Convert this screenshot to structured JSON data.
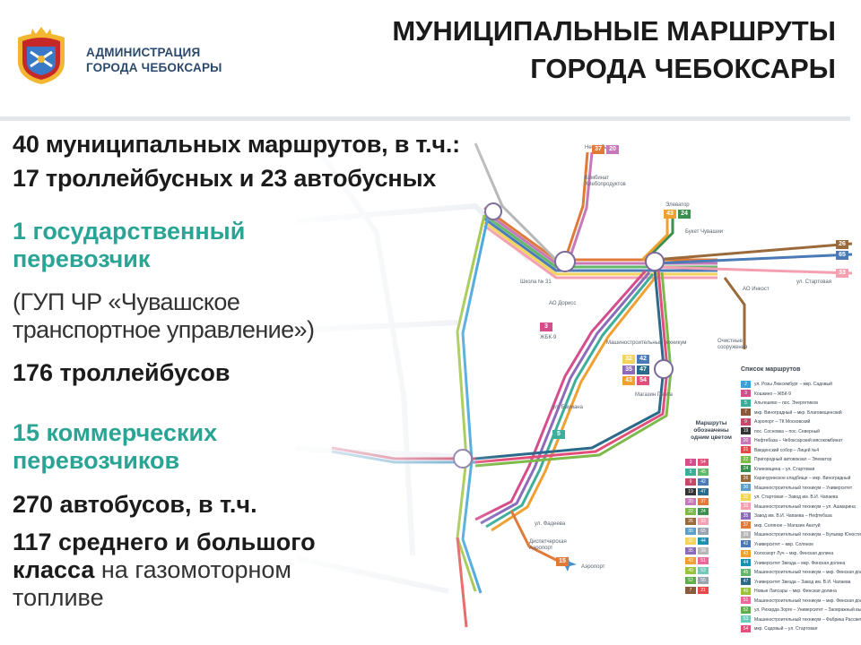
{
  "header": {
    "admin_line1": "АДМИНИСТРАЦИЯ",
    "admin_line2": "ГОРОДА ЧЕБОКСАРЫ",
    "title_line1": "МУНИЦИПАЛЬНЫЕ МАРШРУТЫ",
    "title_line2": "ГОРОДА ЧЕБОКСАРЫ"
  },
  "summary": {
    "line1": "40 муниципальных маршрутов, в т.ч.:",
    "line2": "17 троллейбусных и 23 автобусных"
  },
  "state_carrier": {
    "heading": "1 государственный\nперевозчик",
    "name": "(ГУП ЧР «Чувашское\nтранспортное управление»)",
    "fleet": "176 троллейбусов"
  },
  "commercial": {
    "heading": "15 коммерческих\nперевозчиков",
    "fleet": "270 автобусов, в т.ч.",
    "detail_bold": "117 среднего и большого\nкласса",
    "detail_rest": " на газомоторном\nтопливе"
  },
  "map": {
    "stops": [
      {
        "id": "s1",
        "text": "Нефтебаза"
      },
      {
        "id": "s2",
        "text": "Комбинат Хлебопродуктов"
      },
      {
        "id": "s3",
        "text": "Элеватор"
      },
      {
        "id": "s4",
        "text": "Букет Чувашии"
      },
      {
        "id": "s5",
        "text": "АО Инкост"
      },
      {
        "id": "s6",
        "text": "ул. Стартовая"
      },
      {
        "id": "s7",
        "text": "Школа № 31"
      },
      {
        "id": "s8",
        "text": "АО Дорисс"
      },
      {
        "id": "s9",
        "text": "ЖБК-9"
      },
      {
        "id": "s10",
        "text": "Машиностроительный техникум"
      },
      {
        "id": "s11",
        "text": "Магазин Пента"
      },
      {
        "id": "s12",
        "text": "Очистные сооружения"
      },
      {
        "id": "s13",
        "text": "ул. Фадеева"
      },
      {
        "id": "s14",
        "text": "Аэропорт"
      },
      {
        "id": "s15",
        "text": "ул. Баумана"
      },
      {
        "id": "s16",
        "text": "Диспетчерская Аэропорт"
      }
    ],
    "badges": [
      {
        "id": "b1",
        "text": "37",
        "color": "#e07a3a"
      },
      {
        "id": "b2",
        "text": "20",
        "color": "#c678b8"
      },
      {
        "id": "b3",
        "text": "43",
        "color": "#f0a030"
      },
      {
        "id": "b4",
        "text": "24",
        "color": "#3c8f4f"
      },
      {
        "id": "b5",
        "text": "26",
        "color": "#9a6a3a"
      },
      {
        "id": "b6",
        "text": "65",
        "color": "#4a7bb7"
      },
      {
        "id": "b7",
        "text": "33",
        "color": "#f4a0b0"
      },
      {
        "id": "b8",
        "text": "3",
        "color": "#d64d8c"
      },
      {
        "id": "b9",
        "text": "32",
        "color": "#f3d35a"
      },
      {
        "id": "b10",
        "text": "42",
        "color": "#4a7bb7"
      },
      {
        "id": "b11",
        "text": "35",
        "color": "#8c6bb8"
      },
      {
        "id": "b12",
        "text": "47",
        "color": "#2a6a8a"
      },
      {
        "id": "b13",
        "text": "43",
        "color": "#f0a030"
      },
      {
        "id": "b14",
        "text": "54",
        "color": "#e0507a"
      },
      {
        "id": "b15",
        "text": "15",
        "color": "#e07a3a"
      },
      {
        "id": "b16",
        "text": "5",
        "color": "#3cae9a"
      }
    ],
    "legend_title": "Список маршрутов",
    "legend_subtitle": "Маршруты\nобозначены\nодним цветом",
    "legend_rows": [
      {
        "num": "2",
        "color": "#3aa0d8",
        "text": "ул. Розы Люксембург – мкр. Садовый"
      },
      {
        "num": "3",
        "color": "#d64d8c",
        "text": "Кошкино – ЖБК-9"
      },
      {
        "num": "5",
        "color": "#3cae9a",
        "text": "Альгешево – пос. Энергетиков"
      },
      {
        "num": "7",
        "color": "#8a5a3a",
        "text": "мкр. Виноградный – мкр. Благовещенский"
      },
      {
        "num": "9",
        "color": "#c6486a",
        "text": "Аэропорт – ТК Московский"
      },
      {
        "num": "19",
        "color": "#333333",
        "text": "пос. Сосновка – пос. Северный"
      },
      {
        "num": "20",
        "color": "#c678b8",
        "text": "Нефтебаза – Чебоксарский мясокомбинат"
      },
      {
        "num": "21",
        "color": "#e34b4b",
        "text": "Введенский собор – Лицей №4"
      },
      {
        "num": "22",
        "color": "#7cba4a",
        "text": "Пригородный автовокзал – Элеватор"
      },
      {
        "num": "24",
        "color": "#3c8f4f",
        "text": "Клиновщина – ул. Стартовая"
      },
      {
        "num": "26",
        "color": "#9a6a3a",
        "text": "Карачуринское кладбище – мкр. Виноградный"
      },
      {
        "num": "30",
        "color": "#5aa0c8",
        "text": "Машиностроительный техникум – Университет"
      },
      {
        "num": "32",
        "color": "#f3d35a",
        "text": "ул. Стартовая – Завод им. В.И. Чапаева"
      },
      {
        "num": "33",
        "color": "#f4a0b0",
        "text": "Машиностроительный техникум – ул. Ашмарина"
      },
      {
        "num": "35",
        "color": "#8c6bb8",
        "text": "Завод им. В.И. Чапаева – Нефтебаза"
      },
      {
        "num": "37",
        "color": "#e07a3a",
        "text": "мкр. Соляное – Магазин Акатуй"
      },
      {
        "num": "39",
        "color": "#b7b7b7",
        "text": "Машиностроительный техникум – Бульвар Юности"
      },
      {
        "num": "42",
        "color": "#4a7bb7",
        "text": "Университет – мкр. Соляное"
      },
      {
        "num": "43",
        "color": "#f0a030",
        "text": "Колхозорт Луч – мкр. Финская долина"
      },
      {
        "num": "44",
        "color": "#1f8fb0",
        "text": "Университет Звезда – мкр. Финская долина"
      },
      {
        "num": "45",
        "color": "#62b86a",
        "text": "Машиностроительный техникум – мкр. Финская долина"
      },
      {
        "num": "47",
        "color": "#2a6a8a",
        "text": "Университет Звезда – Завод им. В.И. Чапаева"
      },
      {
        "num": "49",
        "color": "#9ac23c",
        "text": "Новые Лапсары – мкр. Финская долина"
      },
      {
        "num": "51",
        "color": "#e86a9a",
        "text": "Машиностроительный техникум – мкр. Финская долина"
      },
      {
        "num": "52",
        "color": "#5fae4a",
        "text": "ул. Рихарда Зорге – Университет – Заовражный выезд"
      },
      {
        "num": "53",
        "color": "#74c8b8",
        "text": "Машиностроительный техникум – Фабрика Рассвет"
      },
      {
        "num": "54",
        "color": "#e0507a",
        "text": "мкр. Садовый – ул. Стартовая"
      }
    ],
    "pairs": [
      [
        "3",
        "54"
      ],
      [
        "5",
        "45"
      ],
      [
        "9",
        "42"
      ],
      [
        "19",
        "47"
      ],
      [
        "20",
        "37"
      ],
      [
        "22",
        "24"
      ],
      [
        "26",
        "33"
      ],
      [
        "30",
        "65"
      ],
      [
        "32",
        "44"
      ],
      [
        "35",
        "39"
      ],
      [
        "43",
        "51"
      ],
      [
        "49",
        "53"
      ],
      [
        "52",
        "55"
      ],
      [
        "7",
        "21"
      ]
    ]
  },
  "colors": {
    "teal": "#2aa495",
    "dark": "#1b1b1b",
    "logo_red": "#c62828",
    "logo_gold": "#f2b630",
    "admin_blue": "#2b4a6e"
  }
}
